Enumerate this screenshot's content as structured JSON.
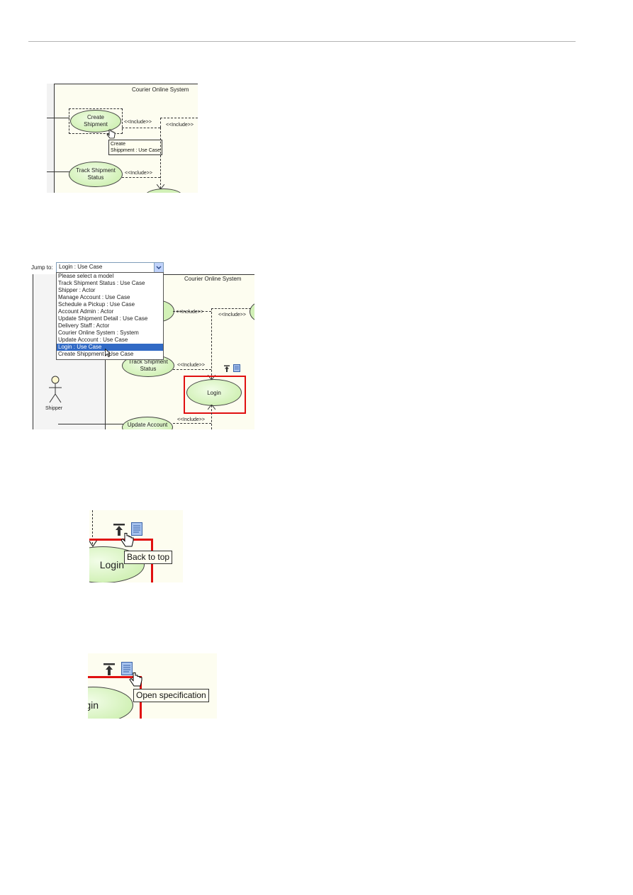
{
  "shot1": {
    "system_title": "Courier Online System",
    "uc_create": "Create\nShipment",
    "uc_track": "Track Shipment\nStatus",
    "include_a": "<<Include>>",
    "include_b": "<<Include>>",
    "include_c": "<<Include>>",
    "tooltip": "Create\nShippment : Use Case"
  },
  "shot2": {
    "jump_label": "Jump to:",
    "jump_selected": "Login : Use Case",
    "dropdown_options": [
      "Please select a model",
      "Track Shipment Status : Use Case",
      "Shipper : Actor",
      "Manage Account : Use Case",
      "Schedule a Pickup : Use Case",
      "Account Admin : Actor",
      "Update Shipment Detail : Use Case",
      "Delivery Staff : Actor",
      "Courier Online System : System",
      "Update Account : Use Case",
      "Login : Use Case",
      "Create Shippment : Use Case"
    ],
    "selected_index": 10,
    "system_title": "Courier Online System",
    "include_a": "<<Include>>",
    "include_b": "<<Include>>",
    "include_c": "<<Include>>",
    "include_d": "<<Include>>",
    "uc_track": "Track Shipment\nStatus",
    "uc_login": "Login",
    "uc_update_account": "Update Account",
    "actor_shipper": "Shipper"
  },
  "shot3": {
    "uc_login": "Login",
    "tooltip": "Back to top",
    "icons": [
      "back-to-top-icon",
      "open-specification-icon"
    ]
  },
  "shot4": {
    "uc_login": "gin",
    "tooltip": "Open specification",
    "icons": [
      "back-to-top-icon",
      "open-specification-icon"
    ]
  },
  "colors": {
    "highlight_red": "#e01010",
    "selection_blue": "#316ac5",
    "canvas_bg": "#fdfdf0",
    "usecase_green": "#d2f1b7"
  }
}
